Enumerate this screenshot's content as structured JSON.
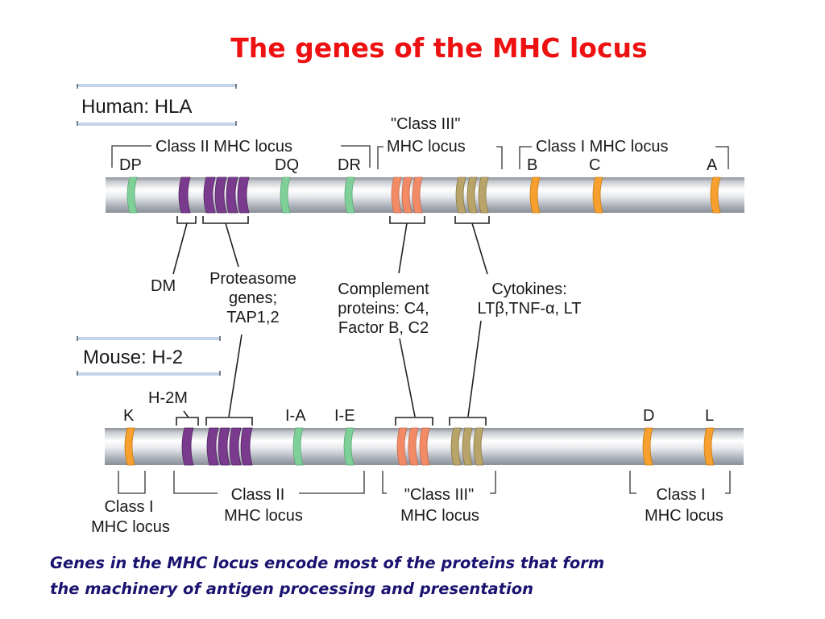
{
  "title": "The genes of the MHC locus",
  "colors": {
    "title": "#ee1111",
    "caption": "#1a1370",
    "class_I": "#f7a030",
    "class_II": "#7fd098",
    "dm_tap": "#7a3b8f",
    "complement": "#f28a66",
    "cytokine": "#b8a468",
    "frame_blue": "#c4d3e8"
  },
  "human": {
    "species_label": "Human: HLA",
    "region_labels": {
      "class_II": "Class II MHC locus",
      "class_III_line1": "\"Class III\"",
      "class_III_line2": "MHC locus",
      "class_I": "Class I MHC locus"
    },
    "gene_labels": [
      "DP",
      "DQ",
      "DR",
      "B",
      "C",
      "A"
    ],
    "bands": [
      {
        "gene": "DP",
        "class": "class_II"
      },
      {
        "gene": "DM",
        "class": "dm_tap"
      },
      {
        "gene": "Proteasome/TAP",
        "class": "dm_tap",
        "count": 4
      },
      {
        "gene": "DQ",
        "class": "class_II"
      },
      {
        "gene": "DR",
        "class": "class_II"
      },
      {
        "gene": "Complement",
        "class": "complement",
        "count": 3
      },
      {
        "gene": "Cytokines",
        "class": "cytokine",
        "count": 3
      },
      {
        "gene": "B",
        "class": "class_I"
      },
      {
        "gene": "C",
        "class": "class_I"
      },
      {
        "gene": "A",
        "class": "class_I"
      }
    ]
  },
  "annotations": {
    "dm": "DM",
    "proteasome": [
      "Proteasome",
      "genes;",
      "TAP1,2"
    ],
    "complement": [
      "Complement",
      "proteins: C4,",
      "Factor B, C2"
    ],
    "cytokines_line1": "Cytokines:",
    "cytokines_line2": "LTβ,TNF-α, LT"
  },
  "mouse": {
    "species_label": "Mouse: H-2",
    "gene_labels": [
      "K",
      "H-2M",
      "I-A",
      "I-E",
      "D",
      "L"
    ],
    "region_labels": {
      "class_I_left": [
        "Class I",
        "MHC locus"
      ],
      "class_II": [
        "Class II",
        "MHC locus"
      ],
      "class_III": [
        "\"Class III\"",
        "MHC locus"
      ],
      "class_I_right": [
        "Class I",
        "MHC locus"
      ]
    },
    "bands": [
      {
        "gene": "K",
        "class": "class_I"
      },
      {
        "gene": "H-2M",
        "class": "dm_tap"
      },
      {
        "gene": "Proteasome/TAP",
        "class": "dm_tap",
        "count": 4
      },
      {
        "gene": "I-A",
        "class": "class_II"
      },
      {
        "gene": "I-E",
        "class": "class_II"
      },
      {
        "gene": "Complement",
        "class": "complement",
        "count": 3
      },
      {
        "gene": "Cytokines",
        "class": "cytokine",
        "count": 3
      },
      {
        "gene": "D",
        "class": "class_I"
      },
      {
        "gene": "L",
        "class": "class_I"
      }
    ]
  },
  "caption": {
    "line1": "Genes in the MHC locus encode most of the proteins that form",
    "line2": "the machinery of antigen processing and presentation"
  }
}
